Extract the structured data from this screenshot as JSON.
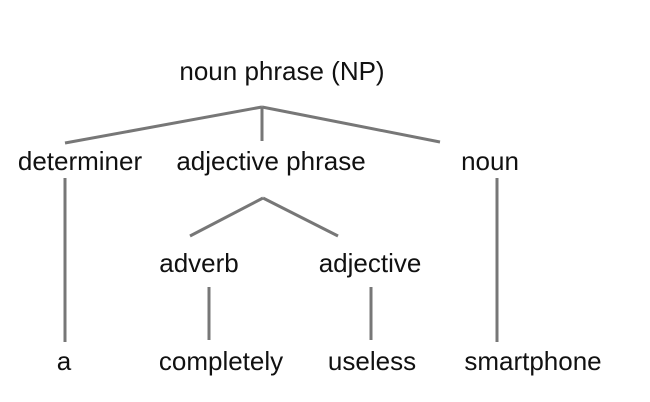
{
  "root": {
    "label": "noun phrase (NP)"
  },
  "level1": {
    "determiner": "determiner",
    "adjective_phrase": "adjective phrase",
    "noun": "noun"
  },
  "level2": {
    "adverb": "adverb",
    "adjective": "adjective"
  },
  "words": {
    "a": "a",
    "completely": "completely",
    "useless": "useless",
    "smartphone": "smartphone"
  }
}
